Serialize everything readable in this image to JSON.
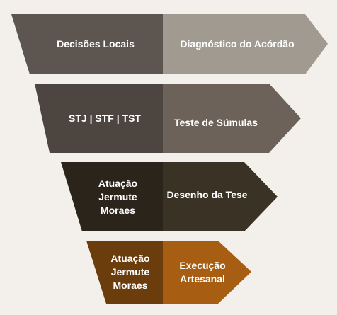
{
  "levels": [
    {
      "left_text": "Decisões Locais",
      "right_text": "Diagnóstico do Acórdão",
      "left_color": "#5d5650",
      "right_color": "#a19a90"
    },
    {
      "left_text": "STJ | STF | TST",
      "right_text": "Teste de Súmulas",
      "left_color": "#4d4640",
      "right_color": "#6c625a"
    },
    {
      "left_text": "Atuação\nJermute\nMoraes",
      "right_text": "Desenho da Tese",
      "left_color": "#2b241b",
      "right_color": "#3a3224"
    },
    {
      "left_text": "Atuação\nJermute\nMoraes",
      "right_text": "Execução\nArtesanal",
      "left_color": "#6b3d0d",
      "right_color": "#a85e12"
    }
  ]
}
